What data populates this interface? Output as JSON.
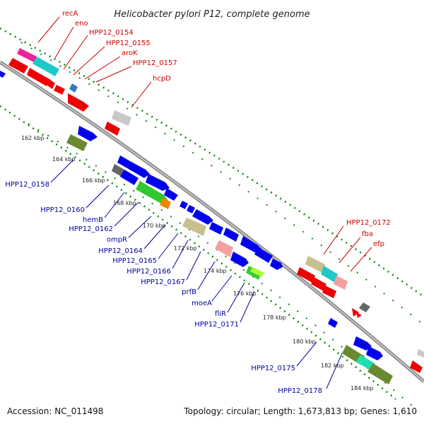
{
  "title": "Helicobacter pylori P12, complete genome",
  "footer": {
    "accession": "Accession: NC_011498",
    "summary": "Topology: circular; Length: 1,673,813 bp; Genes: 1,610"
  },
  "colors": {
    "forward_label": "#cc0000",
    "reverse_label": "#00009c",
    "backbone": "#888888",
    "dots": "#0b8a0b"
  },
  "forward_labels": [
    "recA",
    "eno",
    "HPP12_0154",
    "HPP12_0155",
    "aroK",
    "HPP12_0157",
    "hcpD",
    "HPP12_0172",
    "fba",
    "efp"
  ],
  "reverse_labels": [
    "HPP12_0158",
    "HPP12_0160",
    "hemB",
    "HPP12_0162",
    "ompR",
    "HPP12_0164",
    "HPP12_0165",
    "HPP12_0166",
    "HPP12_0167",
    "prfB",
    "moeA",
    "fliR",
    "HPP12_0171",
    "HPP12_0175",
    "HPP12_0178"
  ],
  "ticks": [
    "162 kbp",
    "164 kbp",
    "166 kbp",
    "168 kbp",
    "170 kbp",
    "172 kbp",
    "174 kbp",
    "176 kbp",
    "178 kbp",
    "180 kbp",
    "182 kbp",
    "184 kbp"
  ]
}
